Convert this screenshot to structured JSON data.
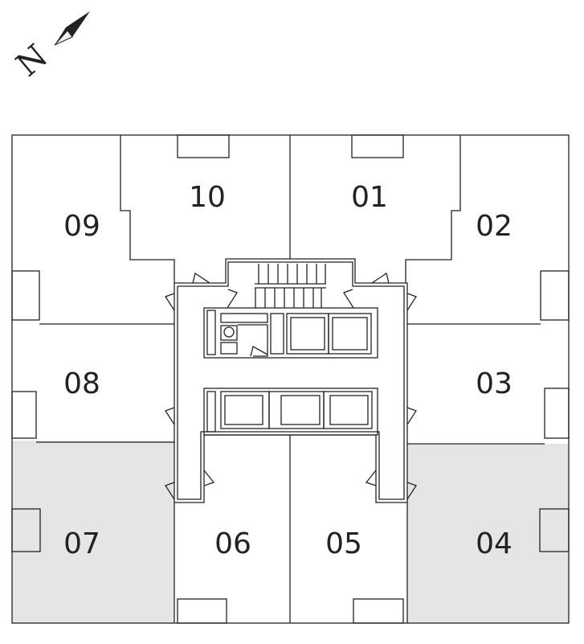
{
  "north": {
    "label": "N"
  },
  "colors": {
    "shaded_unit": "#e5e5e5",
    "line": "#222222"
  },
  "units": [
    {
      "id": "09",
      "shaded": false
    },
    {
      "id": "10",
      "shaded": false
    },
    {
      "id": "01",
      "shaded": false
    },
    {
      "id": "02",
      "shaded": false
    },
    {
      "id": "08",
      "shaded": false
    },
    {
      "id": "03",
      "shaded": false
    },
    {
      "id": "07",
      "shaded": true
    },
    {
      "id": "06",
      "shaded": false
    },
    {
      "id": "05",
      "shaded": false
    },
    {
      "id": "04",
      "shaded": true
    }
  ]
}
